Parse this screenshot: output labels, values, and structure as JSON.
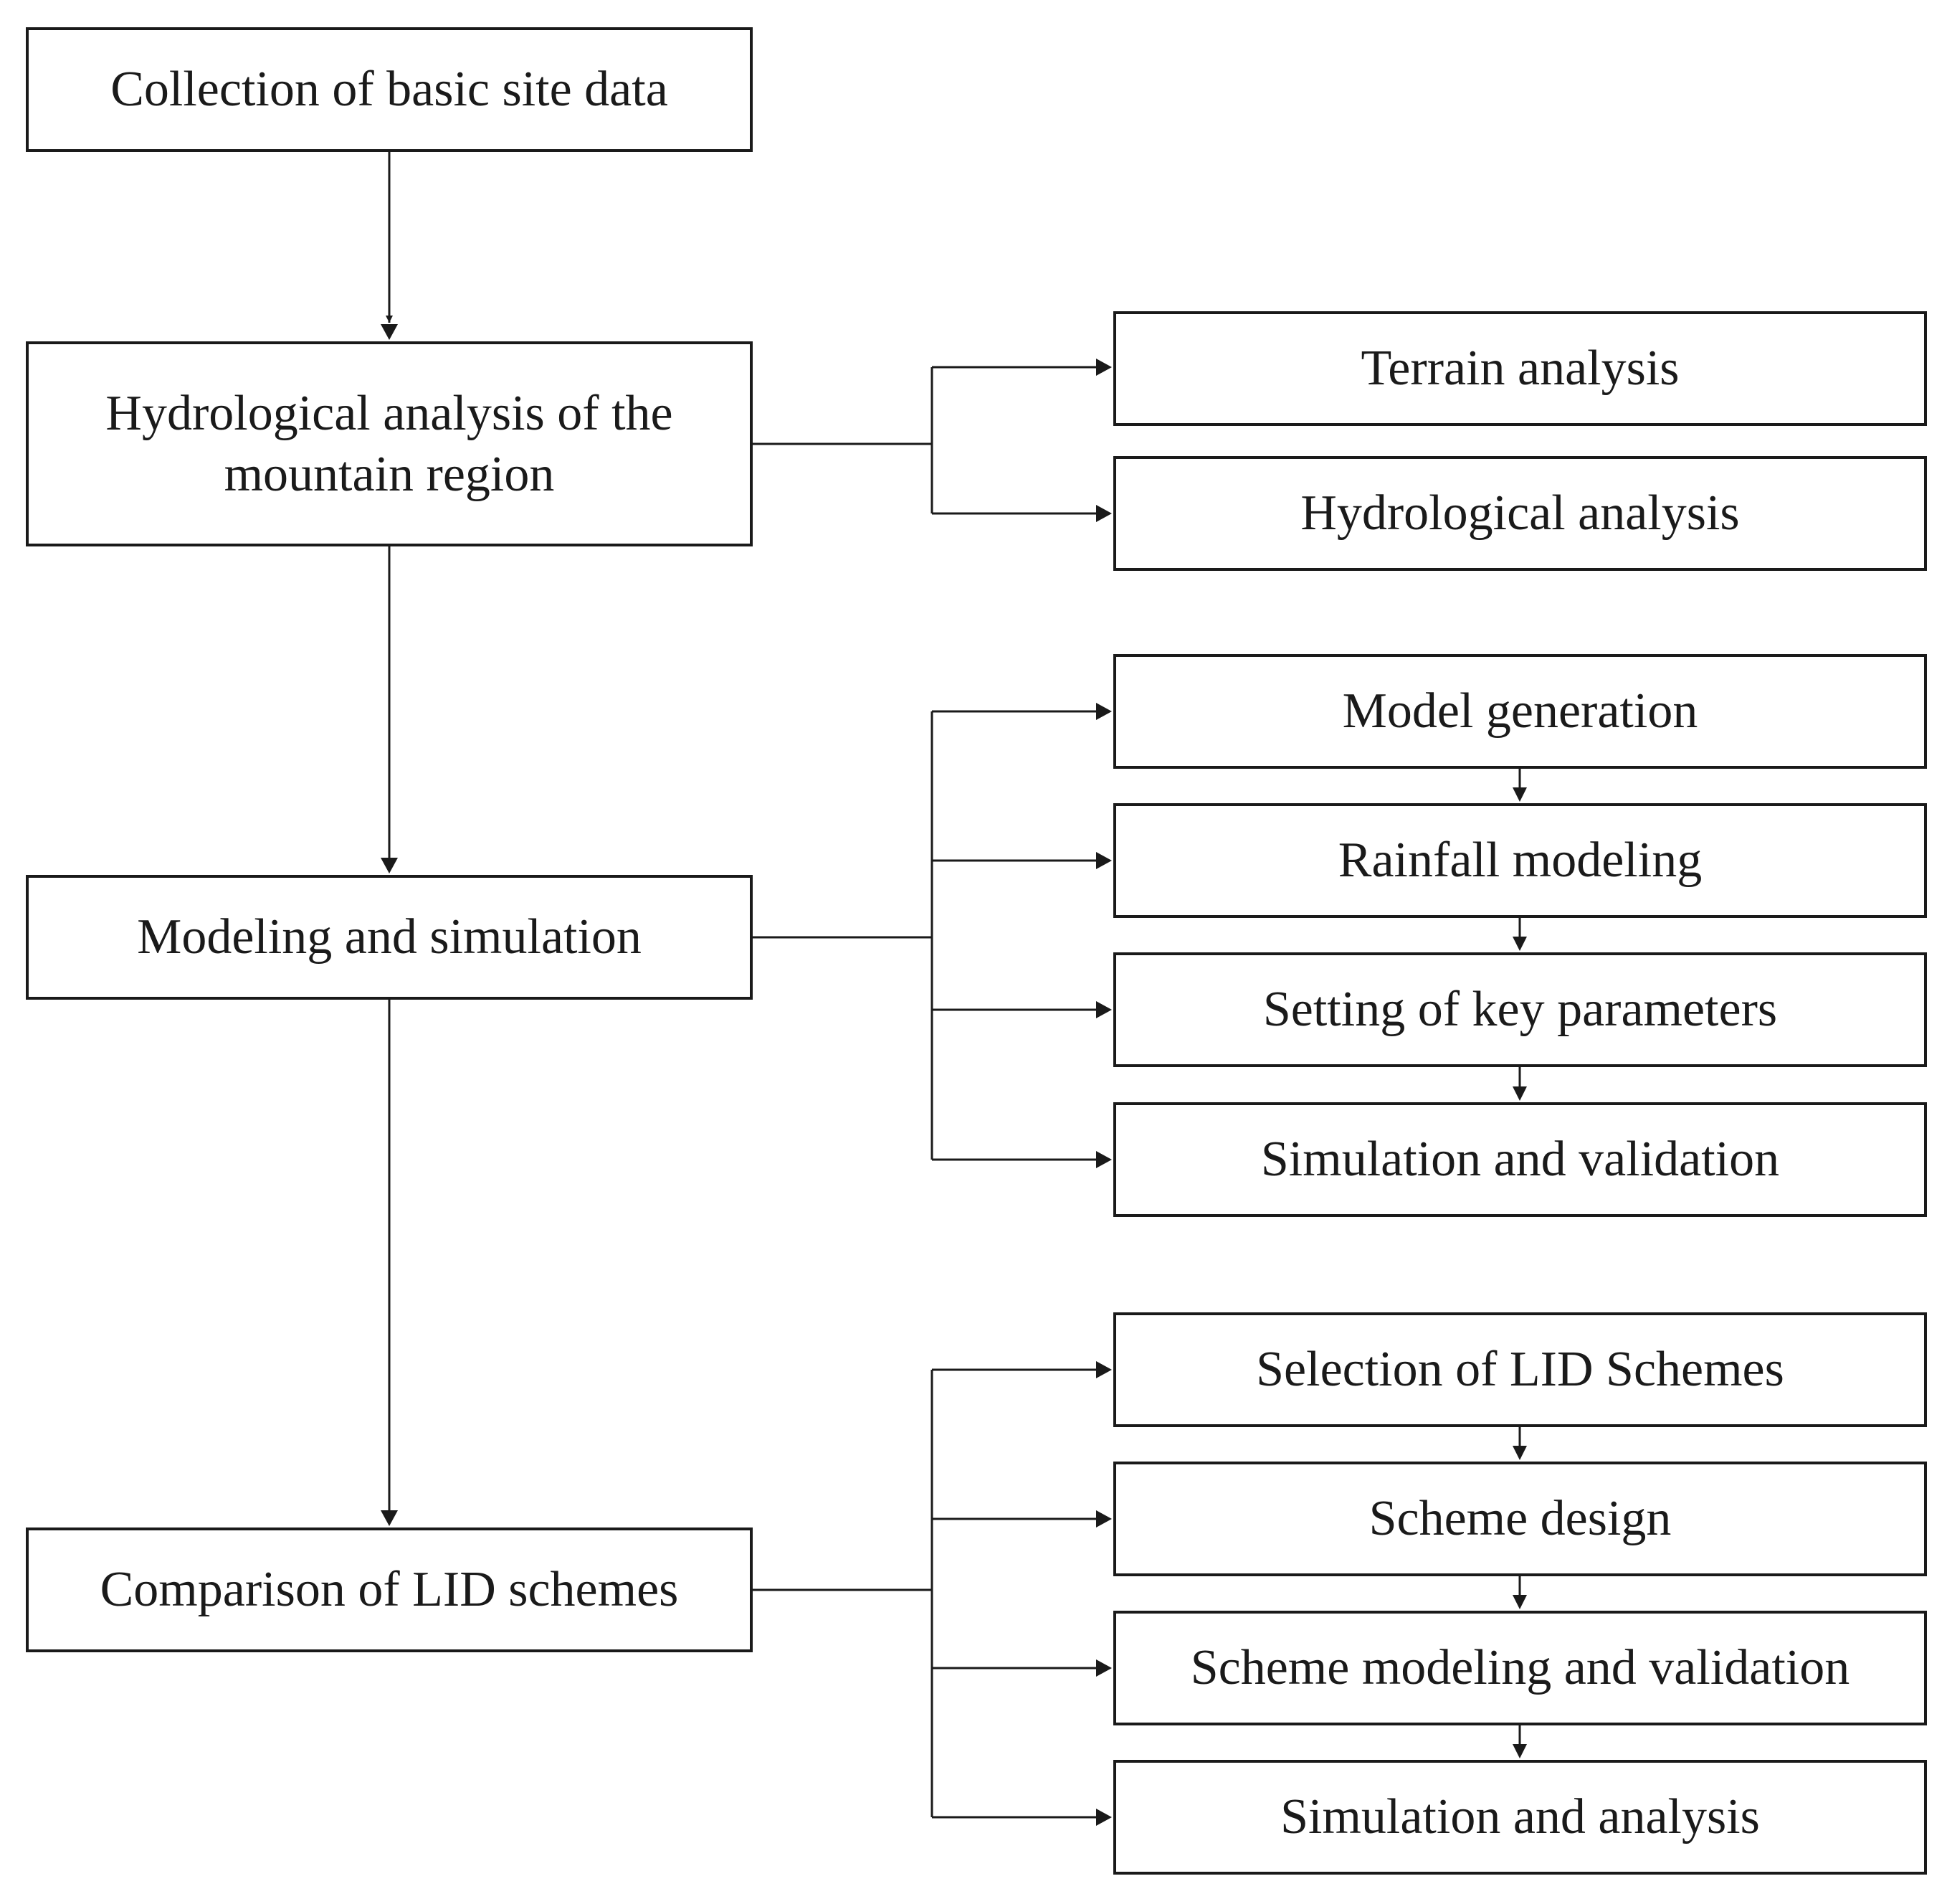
{
  "diagram": {
    "main_steps": [
      {
        "label": "Collection of basic site data"
      },
      {
        "label": "Hydrological analysis of the\nmountain region"
      },
      {
        "label": "Modeling and simulation"
      },
      {
        "label": "Comparison of LID schemes"
      }
    ],
    "hydrological_substeps": [
      {
        "label": "Terrain analysis"
      },
      {
        "label": "Hydrological analysis"
      }
    ],
    "modeling_substeps": [
      {
        "label": "Model generation"
      },
      {
        "label": "Rainfall modeling"
      },
      {
        "label": "Setting of key parameters"
      },
      {
        "label": "Simulation and validation"
      }
    ],
    "lid_substeps": [
      {
        "label": "Selection of LID Schemes"
      },
      {
        "label": "Scheme design"
      },
      {
        "label": "Scheme modeling and validation"
      },
      {
        "label": "Simulation and analysis"
      }
    ]
  },
  "colors": {
    "line": "#1a1a1a",
    "box_border": "#1a1a1a",
    "background": "#ffffff"
  }
}
